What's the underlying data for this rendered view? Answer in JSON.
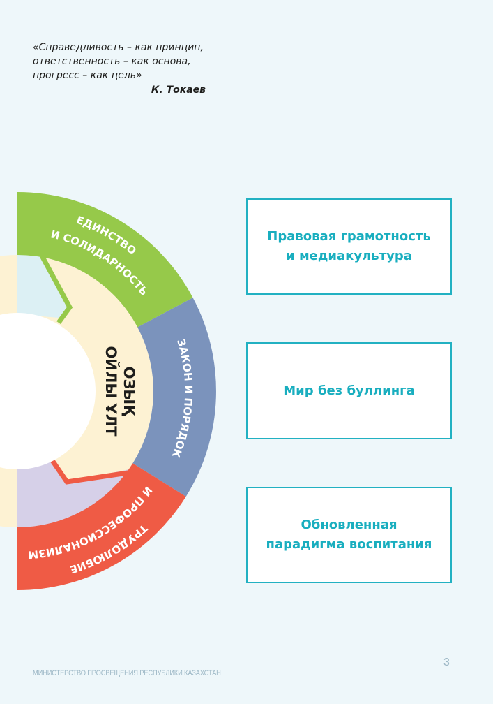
{
  "quote": {
    "lines": [
      "«Справедливость – как принцип,",
      "ответственность – как основа,",
      "прогресс – как цель»"
    ],
    "author": "К. Токаев"
  },
  "diagram": {
    "center_lines": [
      "ОЗЫҚ",
      "ОЙЛЫ ҰЛТ"
    ],
    "sectors": [
      {
        "lines": [
          "ЕДИНСТВО",
          "И СОЛИДАРНОСТЬ"
        ],
        "color": "#96c94a"
      },
      {
        "lines": [
          "ЗАКОН И ПОРЯДОК"
        ],
        "color": "#7b93bc"
      },
      {
        "lines": [
          "ТРУДОЛЮБИЕ",
          "И ПРОФЕССИОНАЛИЗМ"
        ],
        "color": "#ef5b45"
      }
    ]
  },
  "boxes": [
    {
      "lines": [
        "Правовая грамотность",
        "и медиакультура"
      ]
    },
    {
      "lines": [
        "Мир без буллинга"
      ]
    },
    {
      "lines": [
        "Обновленная",
        "парадигма воспитания"
      ]
    }
  ],
  "footer": {
    "ministry": "МИНИСТЕРСТВО ПРОСВЕЩЕНИЯ РЕСПУБЛИКИ КАЗАХСТАН",
    "page_number": "3"
  }
}
